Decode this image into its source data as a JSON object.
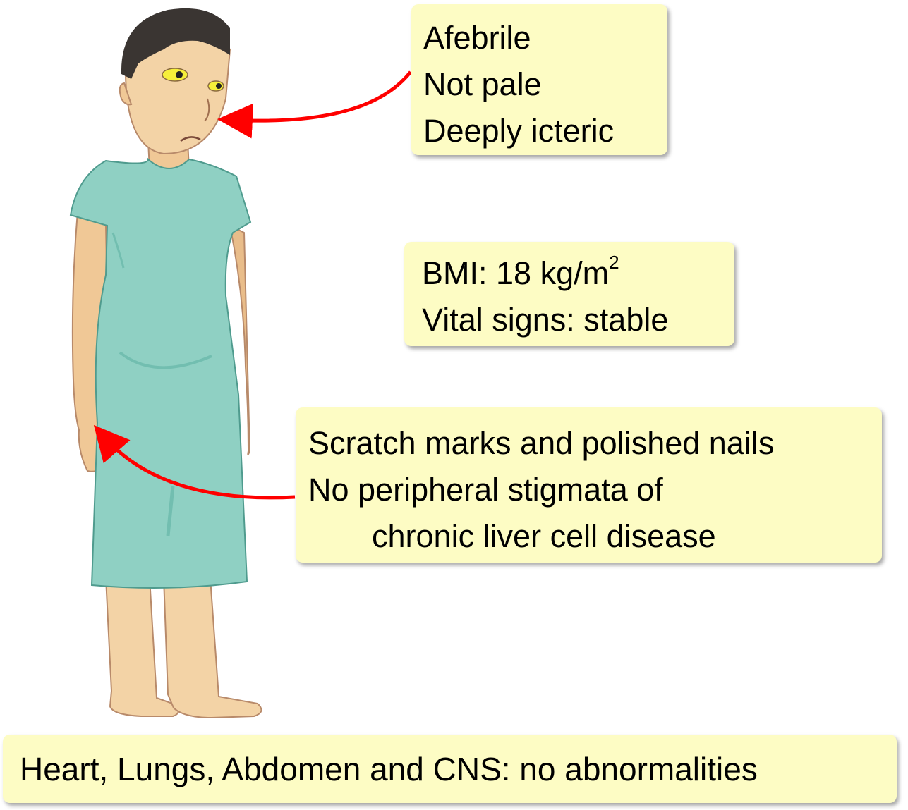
{
  "head_note": {
    "lines": [
      "Afebrile",
      "Not pale",
      "Deeply icteric"
    ]
  },
  "vitals_note": {
    "bmi_text": "BMI: 18 kg/m",
    "bmi_superscript": "2",
    "vitals_text": "Vital signs: stable"
  },
  "hand_note": {
    "lines": [
      "Scratch marks and polished nails",
      "No peripheral stigmata of",
      "chronic liver cell disease"
    ]
  },
  "exam_note": {
    "text": "Heart, Lungs, Abdomen and CNS: no abnormalities"
  },
  "colors": {
    "note_background": "#fdfcc4",
    "arrow": "#ff0000",
    "gown": "#8fd0c3",
    "skin": "#f3d3a6",
    "hair": "#3a3532",
    "sclera": "#f6ef3a"
  }
}
